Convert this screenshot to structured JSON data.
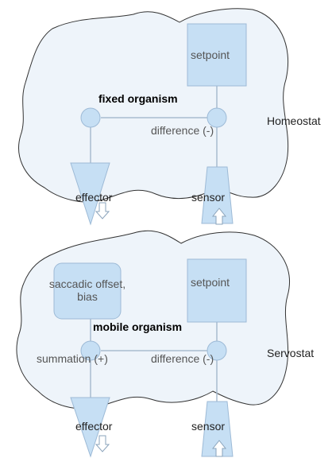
{
  "colors": {
    "blob_fill": "#eef4fa",
    "blob_stroke": "#333333",
    "node_fill": "#c6dff4",
    "node_stroke": "#9dbad6",
    "connector": "#a8bccf",
    "text_primary": "#222222",
    "text_secondary": "#555555"
  },
  "panels": [
    {
      "kind": "homeostat",
      "label": "Homeostat",
      "organism_label": "fixed organism",
      "setpoint_label": "setpoint",
      "difference_label": "difference (-)",
      "effector_label": "effector",
      "sensor_label": "sensor",
      "effector_arrow": "arrow-down-icon",
      "sensor_arrow": "arrow-up-icon"
    },
    {
      "kind": "servostat",
      "label": "Servostat",
      "organism_label": "mobile organism",
      "setpoint_label": "setpoint",
      "offset_label_line1": "saccadic offset,",
      "offset_label_line2": "bias",
      "summation_label": "summation (+)",
      "difference_label": "difference (-)",
      "effector_label": "effector",
      "sensor_label": "sensor",
      "effector_arrow": "arrow-down-icon",
      "sensor_arrow": "arrow-up-icon"
    }
  ]
}
